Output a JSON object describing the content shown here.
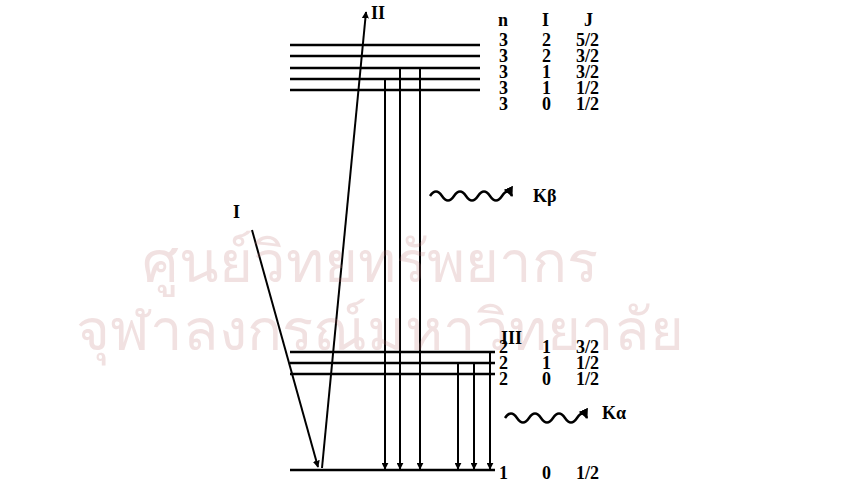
{
  "diagram": {
    "labels": [
      "ศูนย์วิทยทรัพยากร",
      "จุฬาลงกรณ์มหาวิทยาลัย",
      "II",
      "n",
      "I",
      "J",
      "3",
      "2",
      "5/2",
      "3",
      "2",
      "3/2",
      "3",
      "1",
      "3/2",
      "3",
      "1",
      "1/2",
      "3",
      "0",
      "1/2",
      "I",
      "Kβ",
      "2",
      "1",
      "3/2",
      "2",
      "1",
      "1/2",
      "2",
      "0",
      "1/2",
      "III",
      "Kα",
      "1",
      "0",
      "1/2"
    ]
  }
}
